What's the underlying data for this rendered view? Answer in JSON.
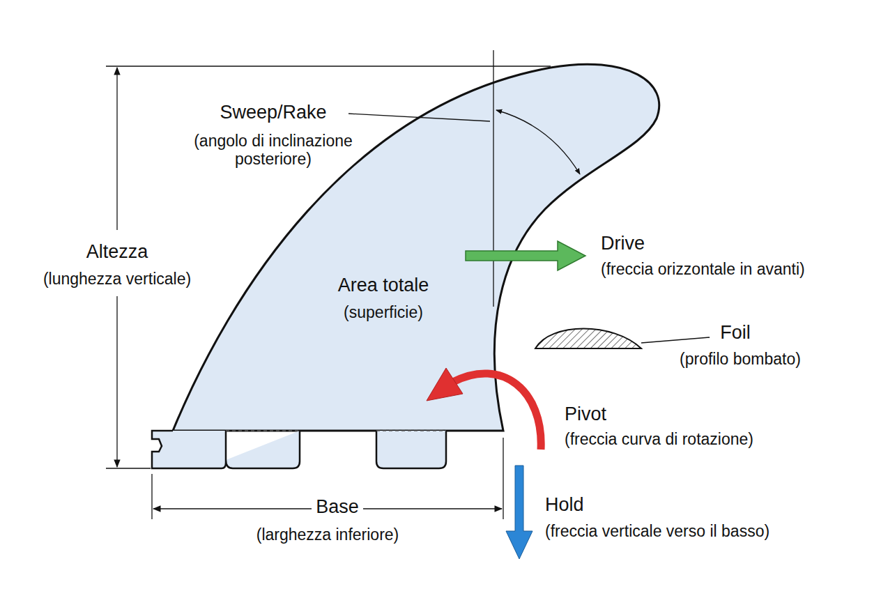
{
  "diagram": {
    "labels": [
      "Sweep/Rake",
      "(angolo di inclinazione posteriore)",
      "Altezza",
      "(lunghezza verticale)",
      "Area totale",
      "(superficie)",
      "Drive",
      "(freccia orizzontale in avanti)",
      "Foil",
      "(profilo bombato)",
      "Pivot",
      "(freccia curva di rotazione)",
      "Base",
      "(larghezza inferiore)",
      "Hold",
      "(freccia verticale verso il basso)"
    ]
  }
}
